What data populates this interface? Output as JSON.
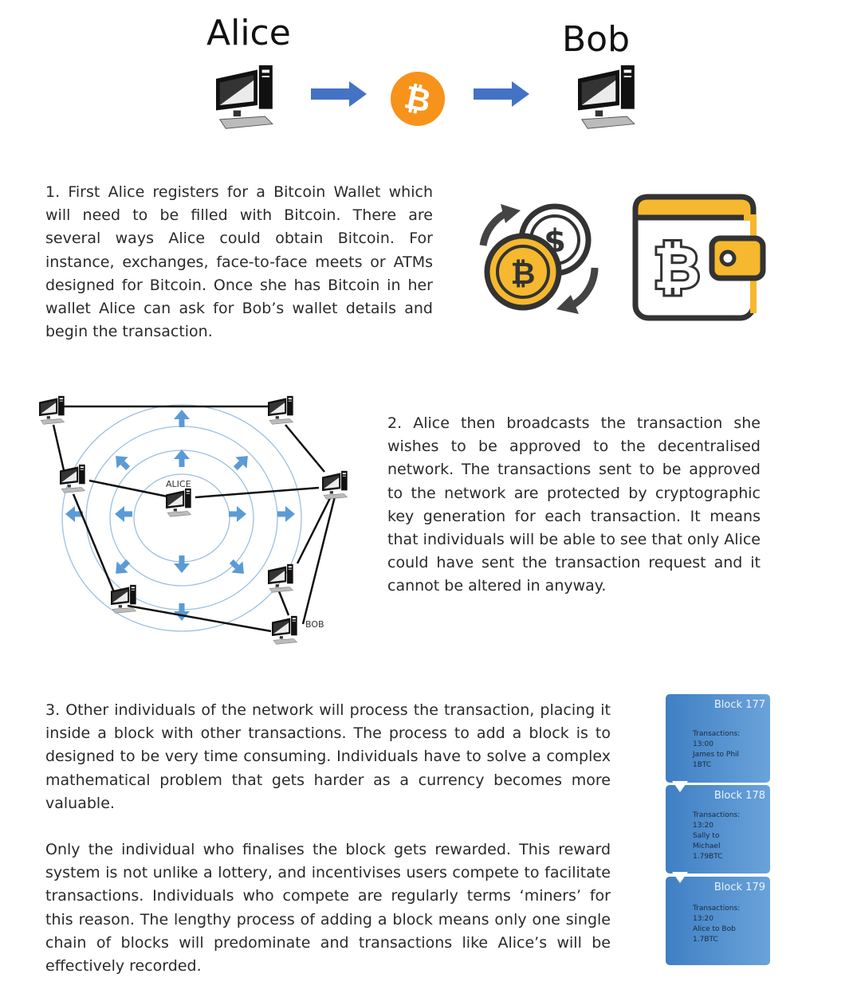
{
  "header": {
    "sender": "Alice",
    "receiver": "Bob"
  },
  "steps": [
    {
      "text": "1. First Alice registers for a Bitcoin Wallet which will need to be filled with Bitcoin. There are several ways Alice could obtain Bitcoin. For instance, exchanges, face-to-face meets or ATMs designed for Bitcoin. Once she has Bitcoin in her wallet Alice can ask for Bob’s wallet details and begin the transaction."
    },
    {
      "text": "2. Alice then broadcasts the transaction she wishes to be approved to the decentralised network. The transactions sent to be approved to the network are protected by cryptographic key generation for each transaction. It means that individuals will be able to see that only Alice could have sent the transaction request and it cannot be altered in anyway."
    },
    {
      "text": "3. Other individuals of the network will process the transaction, placing it inside a block with other transactions. The process to add a block is to designed to be very time consuming. Individuals have to solve a complex mathematical problem that gets harder as a currency becomes more valuable.",
      "text2": "Only the individual who finalises the block gets rewarded. This reward system is not unlike a lottery, and incentivises users compete to facilitate transactions. Individuals who compete are regularly terms ‘miners’ for this reason. The lengthy process of adding a block means only one single chain of blocks will predominate and transactions like Alice’s will be effectively recorded."
    }
  ],
  "network": {
    "alice_label": "ALICE",
    "bob_label": "BOB"
  },
  "blocks": [
    {
      "title": "Block 177",
      "l1": "Transactions:",
      "l2": "13:00",
      "l3": "James to Phil",
      "l4": "1BTC"
    },
    {
      "title": "Block 178",
      "l1": "Transactions:",
      "l2": "13:20",
      "l3": "Sally to",
      "l4": "Michael",
      "l5": "1.79BTC"
    },
    {
      "title": "Block 179",
      "l1": "Transactions:",
      "l2": "13:20",
      "l3": "Alice to Bob",
      "l4": "1.7BTC"
    }
  ],
  "icons": {
    "coin": "bitcoin-coin-icon",
    "wallet": "bitcoin-wallet-icon",
    "exchange": "currency-exchange-icon",
    "computer": "computer-icon"
  },
  "colors": {
    "bitcoin": "#F7931A",
    "arrow": "#4472C4",
    "wave": "#5b9bd5",
    "gold": "#F5B82E"
  }
}
